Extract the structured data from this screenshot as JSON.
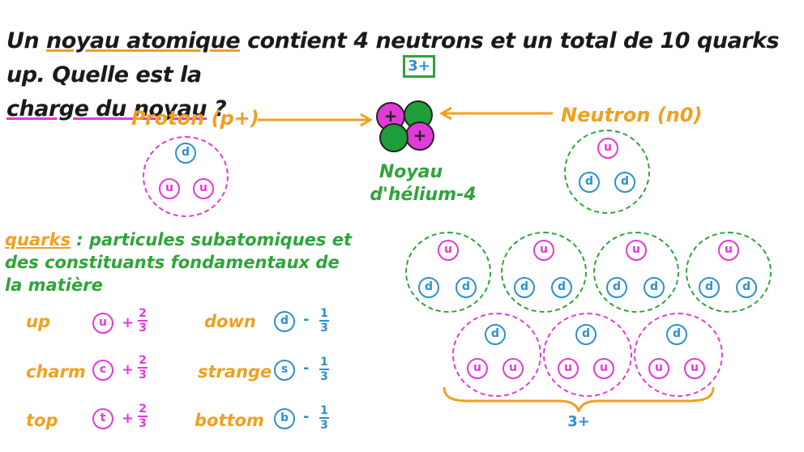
{
  "question": {
    "part1": "Un ",
    "noyau_atomique": "noyau atomique",
    "part2": " contient 4 neutrons et un total de 10 quarks up. Quelle est la",
    "charge_du_noyau": "charge du noyau",
    "part3": " ?"
  },
  "answer": "3+",
  "proton_label": "Proton (p+)",
  "neutron_label": "Neutron (n0)",
  "nucleus": {
    "plus1": "+",
    "plus2": "+",
    "label_line1": "Noyau",
    "label_line2": "d'hélium-4"
  },
  "quark_letters": {
    "up": "u",
    "down": "d",
    "charm": "c",
    "strange": "s",
    "top": "t",
    "bottom": "b"
  },
  "definition": {
    "term": "quarks",
    "separator": " : ",
    "text": "particules subatomiques et des constituants fondamentaux de la matière"
  },
  "quarks_table": [
    {
      "name": "up",
      "symbol": "u",
      "sign": "+",
      "num": "2",
      "den": "3",
      "color": "#e23ad8"
    },
    {
      "name": "charm",
      "symbol": "c",
      "sign": "+",
      "num": "2",
      "den": "3",
      "color": "#e23ad8"
    },
    {
      "name": "top",
      "symbol": "t",
      "sign": "+",
      "num": "2",
      "den": "3",
      "color": "#e23ad8"
    },
    {
      "name": "down",
      "symbol": "d",
      "sign": "-",
      "num": "1",
      "den": "3",
      "color": "#2e8fd0"
    },
    {
      "name": "strange",
      "symbol": "s",
      "sign": "-",
      "num": "1",
      "den": "3",
      "color": "#2e8fd0"
    },
    {
      "name": "bottom",
      "symbol": "b",
      "sign": "-",
      "num": "1",
      "den": "3",
      "color": "#2e8fd0"
    }
  ],
  "total_charge": "3+",
  "colors": {
    "orange": "#f0a020",
    "pink": "#e23ad8",
    "green": "#2fa43a",
    "blue": "#2e8fd0"
  }
}
